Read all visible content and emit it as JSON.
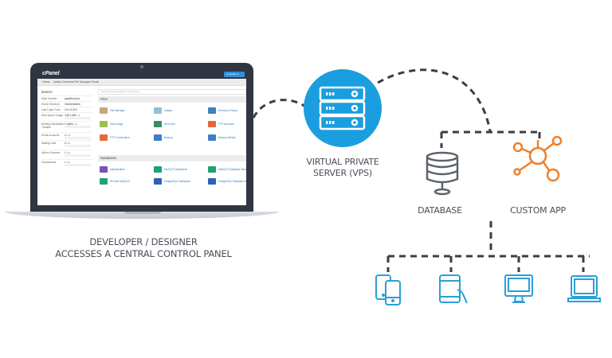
{
  "diagram": {
    "developer_label_line1": "DEVELOPER / DESIGNER",
    "developer_label_line2": "ACCESSES A CENTRAL CONTROL PANEL",
    "vps_label_line1": "VIRTUAL PRIVATE",
    "vps_label_line2": "SERVER (VPS)",
    "database_label": "DATABASE",
    "custom_app_label": "CUSTOM APP",
    "colors": {
      "vps_blue": "#1a9ee0",
      "app_orange": "#f07f28",
      "device_blue": "#2a9fd8",
      "db_gray": "#5d626b",
      "line_dark": "#3a3e45"
    },
    "devices": [
      "phones-icon",
      "tablet-icon",
      "desktop-icon",
      "laptop-icon"
    ]
  },
  "cpanel": {
    "logo": "cPanel",
    "user_button": "▲ lantern ▾",
    "nav": [
      "Home",
      "Addon Domains",
      "File Manager",
      "Email"
    ],
    "sidebar_title": "lantern",
    "stats": [
      {
        "key": "Main Domain",
        "value": "papaifont.pro"
      },
      {
        "key": "Home Directory",
        "value": "/home/lantern"
      },
      {
        "key": "Last Login From",
        "value": "10.1.4.214"
      },
      {
        "key": "Disk Space Usage",
        "value": "136.1 MB / ∞"
      },
      {
        "key": "Monthly Bandwidth Transfer",
        "value": "0 bytes / ∞"
      },
      {
        "key": "Email Accounts",
        "value": "4 / ∞"
      },
      {
        "key": "Mailing Lists",
        "value": "0 / ∞"
      },
      {
        "key": "Addon Domains",
        "value": "1 / ∞"
      },
      {
        "key": "Subdomains",
        "value": "1 / ∞"
      }
    ],
    "search_placeholder": "Find functions quickly by typing here",
    "files_title": "Files",
    "files": [
      "File Manager",
      "Images",
      "Directory Privacy",
      "Disk Usage",
      "Web Disk",
      "FTP Accounts",
      "FTP Connections",
      "Backup",
      "Backup Wizard"
    ],
    "databases_title": "Databases",
    "databases": [
      "phpMyAdmin",
      "MySQL® Databases",
      "MySQL® Database Wizard",
      "Remote MySQL®",
      "PostgreSQL Databases",
      "PostgreSQL Database Wizard"
    ]
  }
}
